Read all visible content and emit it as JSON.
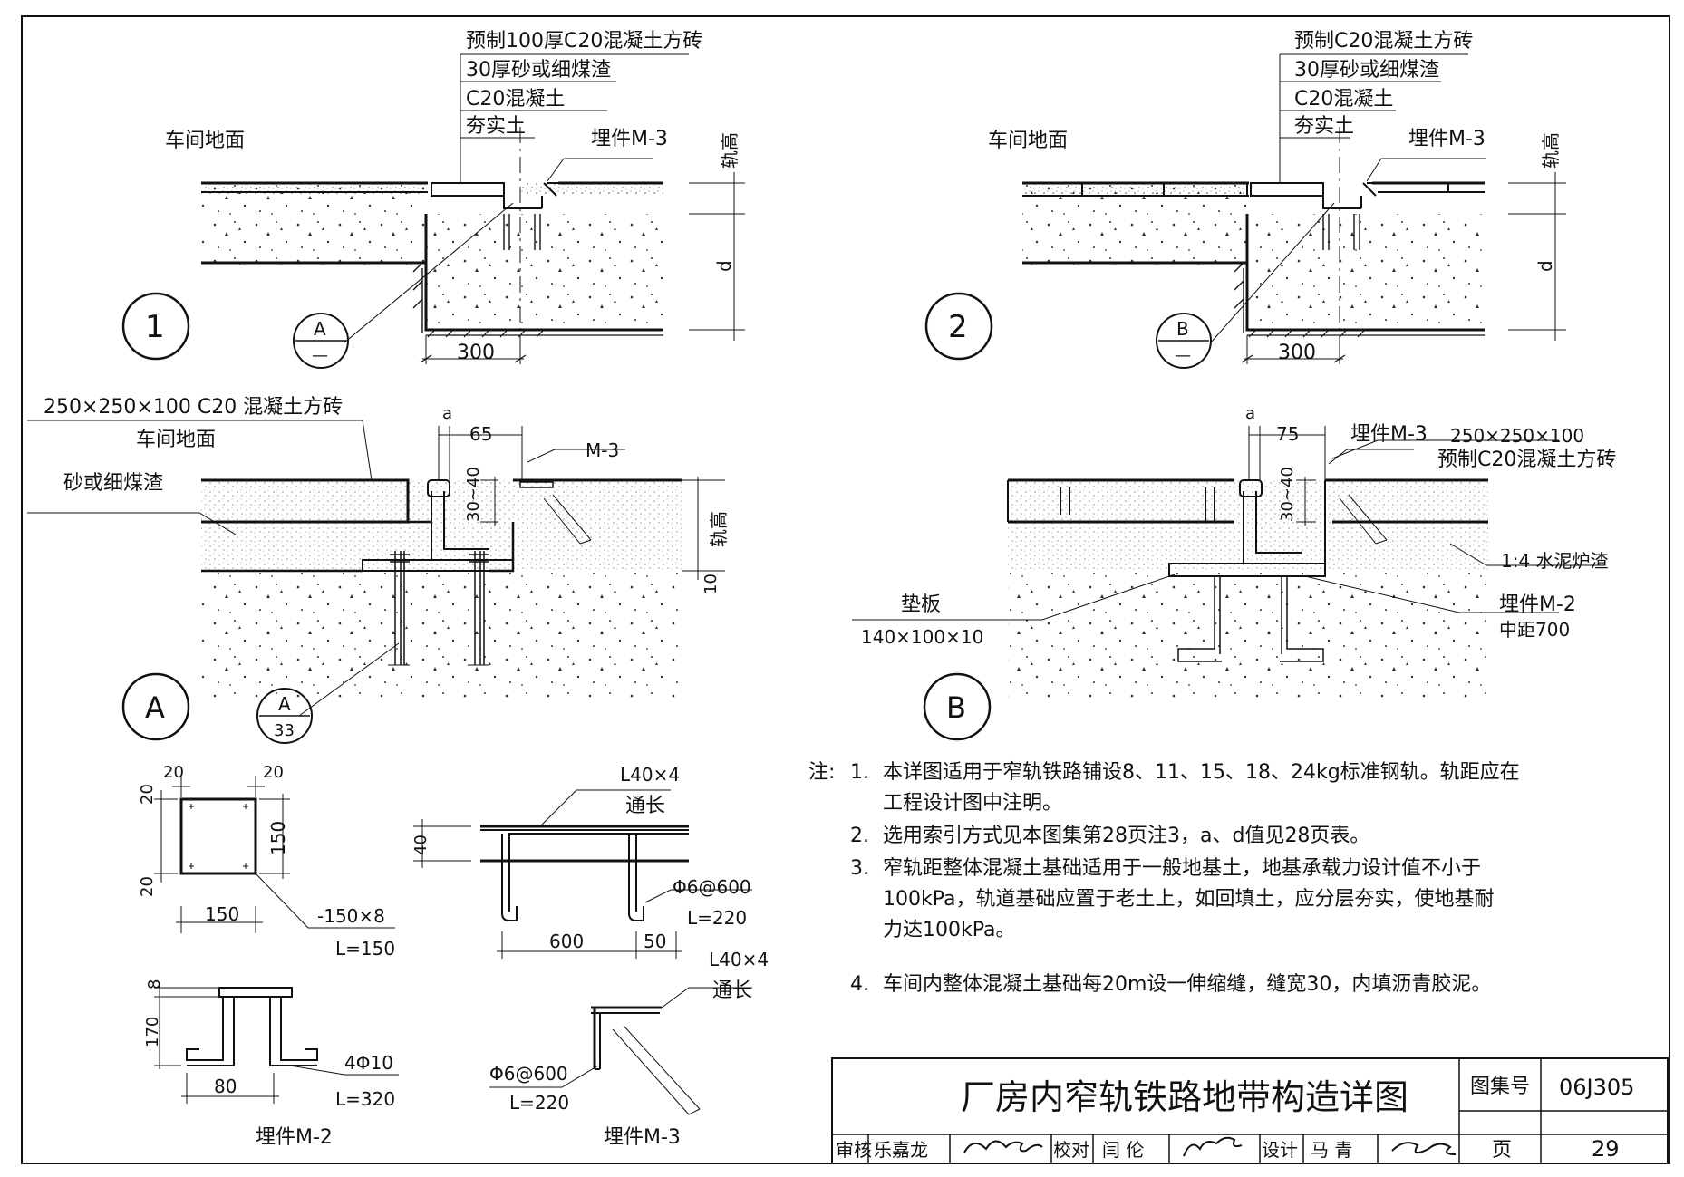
{
  "detail1": {
    "layer_labels": [
      "预制100厚C20混凝土方砖",
      "30厚砂或细煤渣",
      "C20混凝土",
      "夯实土"
    ],
    "floor_label": "车间地面",
    "embed_label": "埋件M-3",
    "rail_height": "轨高",
    "depth": "d",
    "width": "300",
    "number": "1",
    "ref_top": "A",
    "ref_bottom": "—"
  },
  "detail2": {
    "layer_labels": [
      "预制C20混凝土方砖",
      "30厚砂或细煤渣",
      "C20混凝土",
      "夯实土"
    ],
    "floor_label": "车间地面",
    "embed_label": "埋件M-3",
    "rail_height": "轨高",
    "depth": "d",
    "width": "300",
    "number": "2",
    "ref_top": "B",
    "ref_bottom": "—"
  },
  "detailA": {
    "brick": "250×250×100 C20 混凝土方砖",
    "floor": "车间地面",
    "sand": "砂或细煤渣",
    "a": "a",
    "dim65": "65",
    "m3": "M-3",
    "dim3040": "30~40",
    "rail_height": "轨高",
    "dim10": "10",
    "label": "A",
    "ref_top": "A",
    "ref_bottom": "33"
  },
  "detailB": {
    "a": "a",
    "dim75": "75",
    "embed_m3": "埋件M-3",
    "brick_size": "250×250×100",
    "brick_name": "预制C20混凝土方砖",
    "dim3040": "30~40",
    "cinder": "1:4 水泥炉渣",
    "pad": "垫板",
    "pad_size": "140×100×10",
    "embed_m2": "埋件M-2",
    "spacing": "中距700",
    "label": "B"
  },
  "plate": {
    "d20a": "20",
    "d20b": "20",
    "d20c": "20",
    "d20d": "20",
    "d150h": "150",
    "d150v": "150",
    "spec": "-150×8",
    "length": "L=150"
  },
  "m2": {
    "d8": "8",
    "d170": "170",
    "d80": "80",
    "bar": "4Φ10",
    "length": "L=320",
    "title": "埋件M-2"
  },
  "anchor": {
    "angle": "L40×4",
    "through": "通长",
    "d40": "40",
    "bar": "Φ6@600",
    "length": "L=220",
    "d600": "600",
    "d50": "50"
  },
  "m3": {
    "angle": "L40×4",
    "through": "通长",
    "bar": "Φ6@600",
    "length": "L=220",
    "title": "埋件M-3"
  },
  "notes": {
    "prefix": "注:",
    "items": [
      {
        "num": "1.",
        "lines": [
          "本详图适用于窄轨铁路铺设8、11、15、18、24kg标准钢轨。轨距应在",
          "工程设计图中注明。"
        ]
      },
      {
        "num": "2.",
        "lines": [
          "选用索引方式见本图集第28页注3，a、d值见28页表。"
        ]
      },
      {
        "num": "3.",
        "lines": [
          "窄轨距整体混凝土基础适用于一般地基土，地基承载力设计值不小于",
          "100kPa，轨道基础应置于老土上，如回填土，应分层夯实，使地基耐",
          "力达100kPa。"
        ]
      },
      {
        "num": "4.",
        "lines": [
          "车间内整体混凝土基础每20m设一伸缩缝，缝宽30，内填沥青胶泥。"
        ]
      }
    ]
  },
  "titleblock": {
    "title": "厂房内窄轨铁路地带构造详图",
    "set_label": "图集号",
    "set_no": "06J305",
    "review_label": "审核",
    "reviewer": "乐嘉龙",
    "check_label": "校对",
    "checker": "闫 伦",
    "design_label": "设计",
    "designer": "马 青",
    "page_label": "页",
    "page_no": "29"
  }
}
